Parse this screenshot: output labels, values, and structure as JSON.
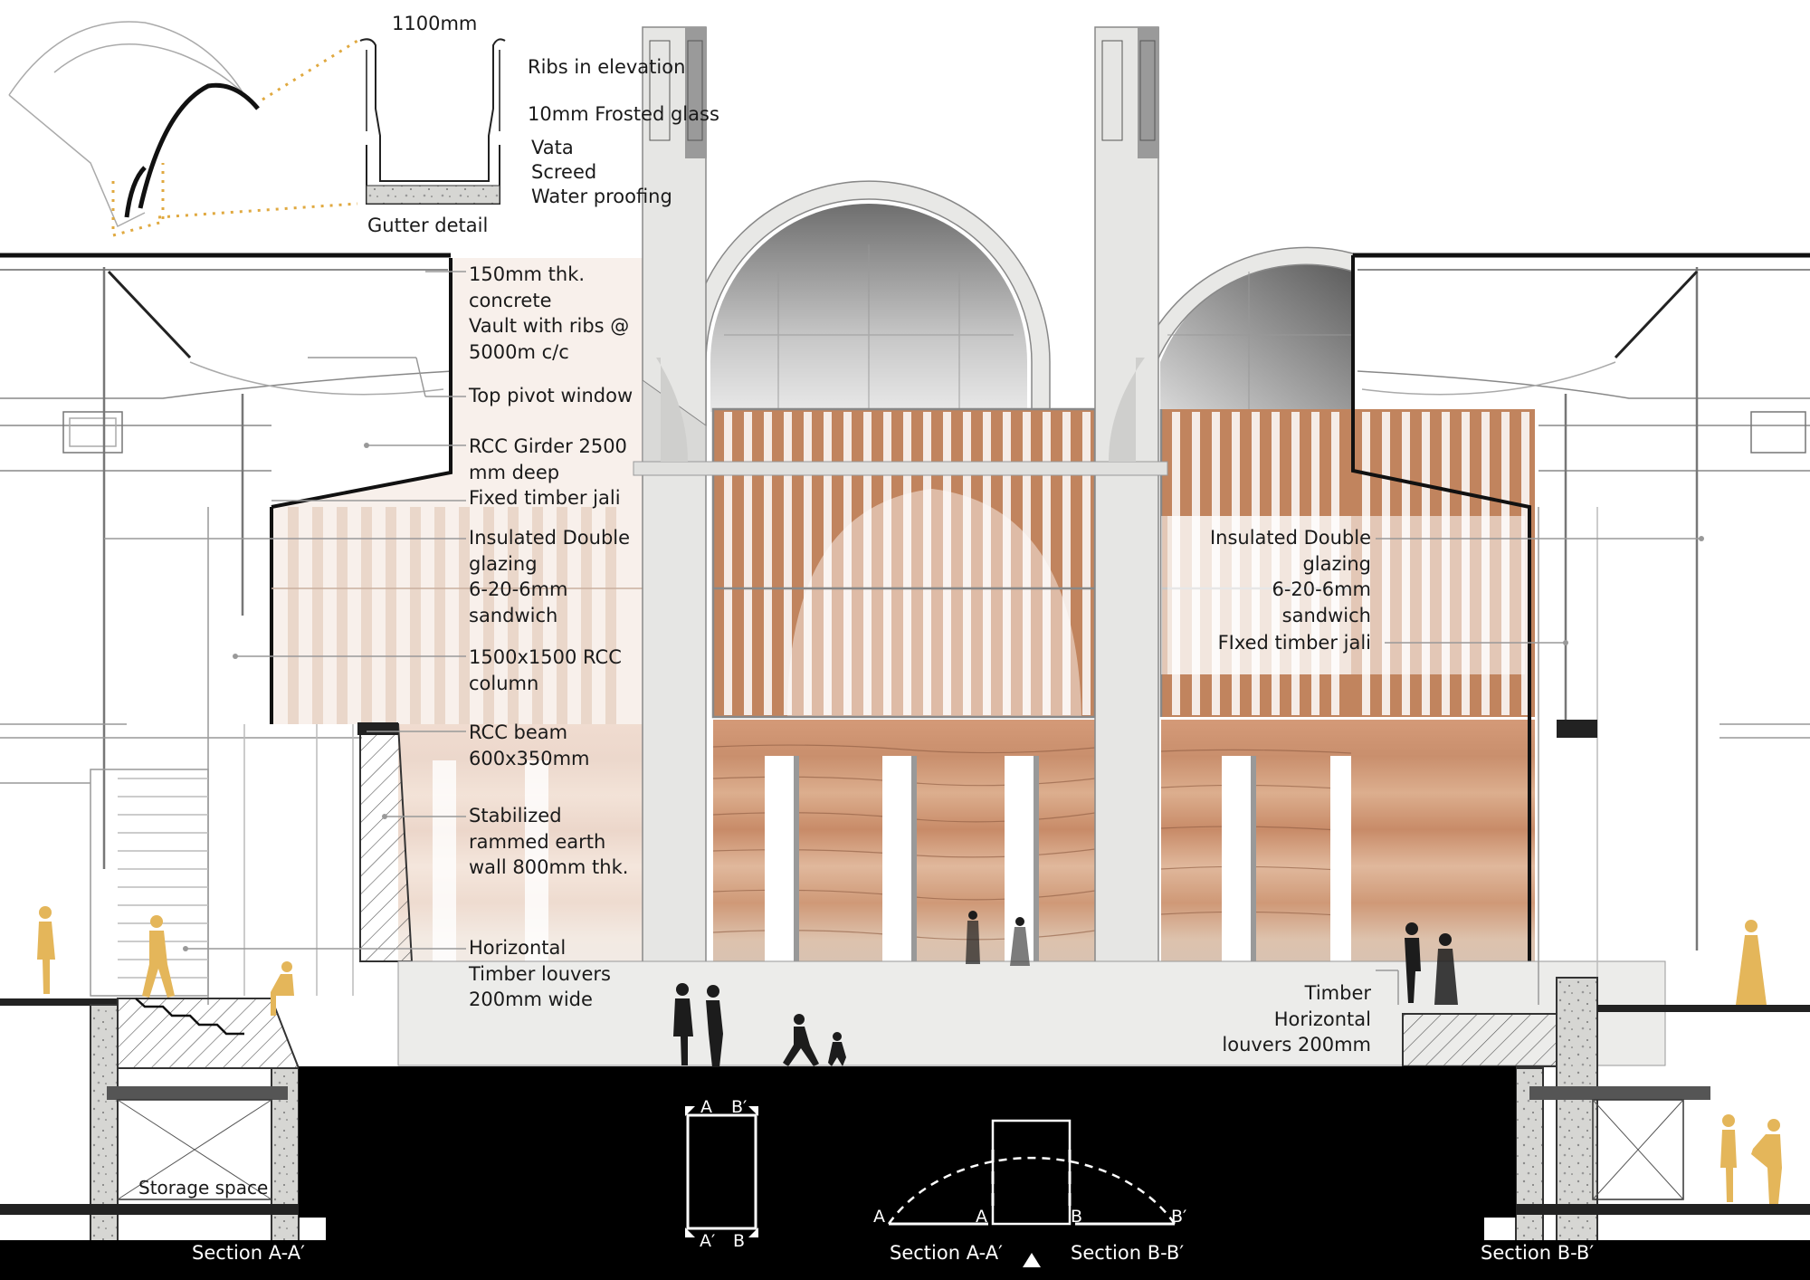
{
  "labels": {
    "gutter_width": "1100mm",
    "ribs_in_elevation": "Ribs in elevation",
    "frosted_glass": "10mm Frosted glass",
    "vata_screed_waterproofing": "Vata\nScreed\nWater proofing",
    "gutter_detail": "Gutter detail",
    "concrete_vault": "150mm thk.\nconcrete\nVault with ribs @\n5000m c/c",
    "top_pivot_window": "Top pivot window",
    "rcc_girder_jali": "RCC Girder 2500\nmm deep\nFixed timber jali",
    "double_glazing_left": "Insulated Double\nglazing\n6-20-6mm\nsandwich",
    "rcc_column": "1500x1500 RCC\ncolumn",
    "rcc_beam": "RCC beam\n600x350mm",
    "rammed_earth_wall": "Stabilized\nrammed earth\nwall 800mm thk.",
    "horizontal_louvers_left": "Horizontal\nTimber louvers\n200mm wide",
    "double_glazing_right": "Insulated Double\nglazing\n6-20-6mm\nsandwich",
    "fixed_timber_jali_right": "FIxed timber jali",
    "timber_louvers_right": "Timber\nHorizontal\nlouvers 200mm",
    "storage_space": "Storage space"
  },
  "key_plan": {
    "rect_marks": [
      "A",
      "B′",
      "A′",
      "B"
    ],
    "arc_marks": [
      "A",
      "A",
      "B",
      "B′"
    ]
  },
  "sections": {
    "left": "Section A-A′",
    "middle_a": "Section A-A′",
    "middle_b": "Section B-B′",
    "right": "Section B-B′"
  },
  "colors": {
    "ground": "#000000",
    "concrete": "#e6e6e4",
    "rammed_earth": "#cf9c7c",
    "timber_jali": "#b87850",
    "accent_dotted": "#e0a940",
    "human_figure": "#e4b65a"
  }
}
